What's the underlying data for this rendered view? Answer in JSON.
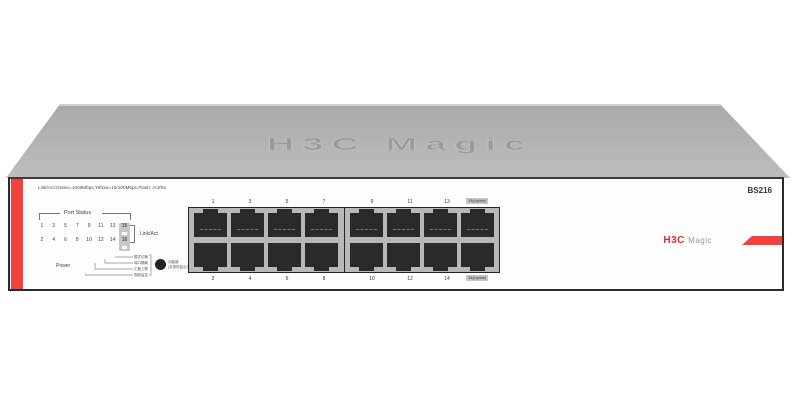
{
  "product": {
    "brand": "H3C",
    "brand_suffix": "Magic",
    "lid_emboss": "H3C Magic",
    "model": "BS216"
  },
  "front_panel": {
    "legend": "Link/Act:Green=1000Mbps,Yellow=10/100Mbps,Flash: Act/Rx",
    "port_status_title": "Port Status",
    "led_row_top": [
      "1",
      "3",
      "5",
      "7",
      "9",
      "11",
      "13",
      "15"
    ],
    "led_row_bottom": [
      "2",
      "4",
      "6",
      "8",
      "10",
      "12",
      "14",
      "16"
    ],
    "link_act_label": "Link/Act",
    "power_label": "Power",
    "mode_options": [
      "模式切换",
      "端口隔离",
      "汇聚上联",
      "视频监控"
    ],
    "button_caption_line1": "功能键",
    "button_caption_line2": "(长按恢复出厂)"
  },
  "ports": {
    "top_labels": [
      "1",
      "3",
      "5",
      "7",
      "9",
      "11",
      "13",
      "15(Uplink)"
    ],
    "bottom_labels": [
      "2",
      "4",
      "6",
      "8",
      "10",
      "12",
      "14",
      "16(Uplink)"
    ]
  },
  "colors": {
    "accent_red": "#f2403e",
    "chassis_gray": "#b5b5b5",
    "port_black": "#2a2a2a"
  }
}
